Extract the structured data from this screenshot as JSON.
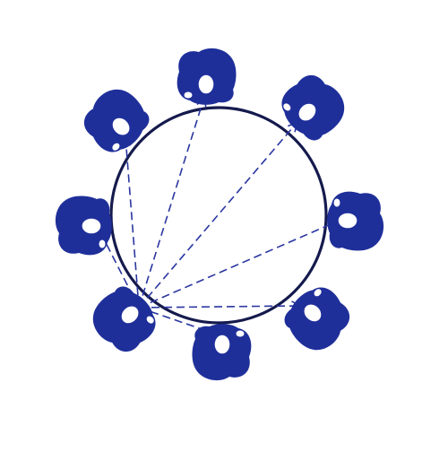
{
  "diagram": {
    "kind": "circle-of-people-communication",
    "colors": {
      "person": "#1f2f9a",
      "head_fill": "#ffffff",
      "circle": "#151a4d",
      "arrow": "#2a36a0",
      "background": "#ffffff"
    },
    "icons": {
      "person": "person-top-view-icon",
      "arrow": "dashed-arrow-icon"
    },
    "people_count": 8,
    "source_person": 8,
    "arrow_targets": [
      1,
      2,
      3,
      4,
      5,
      6,
      7
    ]
  }
}
